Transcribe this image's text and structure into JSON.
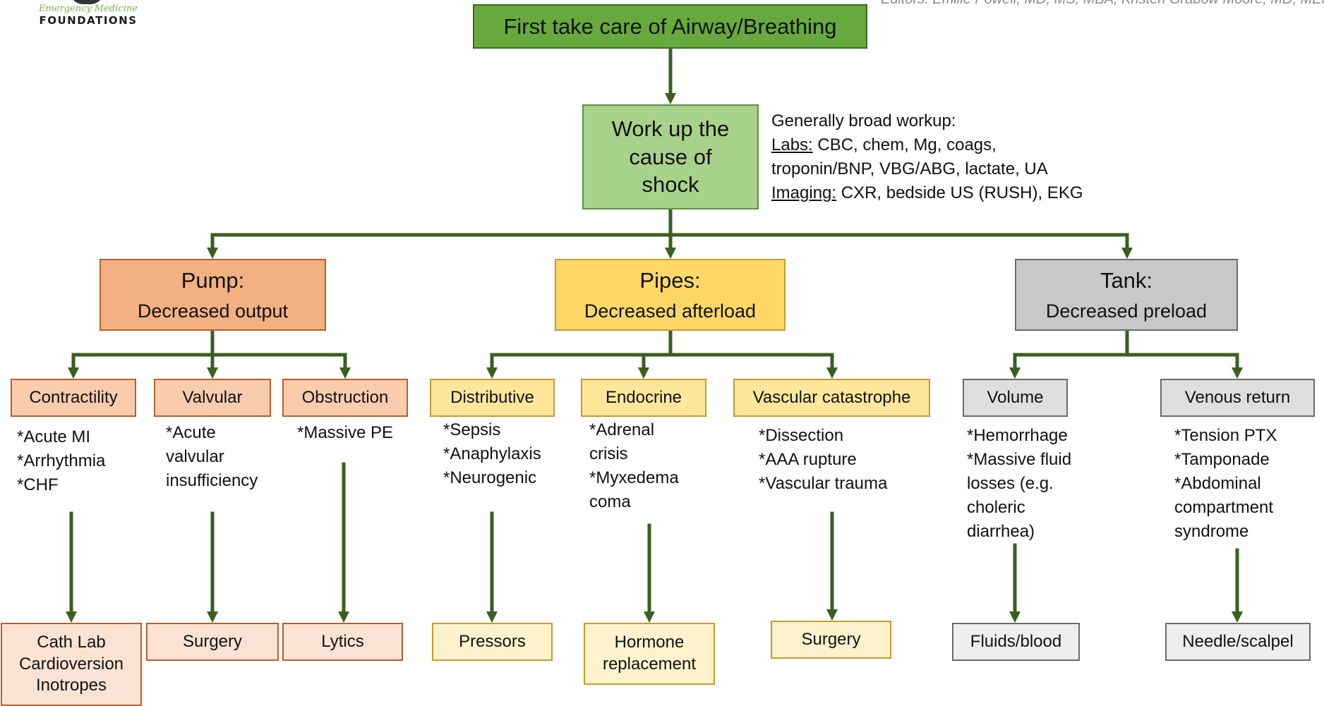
{
  "header": {
    "brand_tagline": "Emergency Medicine",
    "brand_name": "FOUNDATIONS",
    "editors": "Editors: Emilie Powell, MD, MS, MBA; Kristen Grabow Moore, MD, MEd"
  },
  "root": {
    "label": "First take care of Airway/Breathing"
  },
  "workup": {
    "label_lines": [
      "Work up the",
      "cause of",
      "shock"
    ],
    "intro": "Generally broad workup:",
    "labs_label": "Labs:",
    "labs_line1": " CBC, chem, Mg, coags,",
    "labs_line2": "troponin/BNP, VBG/ABG, lactate, UA",
    "imaging_label": "Imaging:",
    "imaging_text": " CXR, bedside US (RUSH), EKG"
  },
  "categories": {
    "pump": {
      "title": "Pump:",
      "subtitle": "Decreased output",
      "subtypes": [
        {
          "label": "Contractility",
          "causes": [
            "*Acute MI",
            "*Arrhythmia",
            "*CHF"
          ],
          "treatment": [
            "Cath Lab",
            "Cardioversion",
            "Inotropes"
          ]
        },
        {
          "label": "Valvular",
          "causes": [
            "*Acute",
            "valvular",
            "insufficiency"
          ],
          "treatment": [
            "Surgery"
          ]
        },
        {
          "label": "Obstruction",
          "causes": [
            "*Massive PE"
          ],
          "treatment": [
            "Lytics"
          ]
        }
      ]
    },
    "pipes": {
      "title": "Pipes:",
      "subtitle": "Decreased afterload",
      "subtypes": [
        {
          "label": "Distributive",
          "causes": [
            "*Sepsis",
            "*Anaphylaxis",
            "*Neurogenic"
          ],
          "treatment": [
            "Pressors"
          ]
        },
        {
          "label": "Endocrine",
          "causes": [
            "*Adrenal",
            "crisis",
            "*Myxedema",
            "coma"
          ],
          "treatment": [
            "Hormone",
            "replacement"
          ]
        },
        {
          "label": "Vascular catastrophe",
          "causes": [
            "*Dissection",
            "*AAA rupture",
            "*Vascular trauma"
          ],
          "treatment": [
            "Surgery"
          ]
        }
      ]
    },
    "tank": {
      "title": "Tank:",
      "subtitle": "Decreased preload",
      "subtypes": [
        {
          "label": "Volume",
          "causes": [
            "*Hemorrhage",
            "*Massive fluid",
            "losses (e.g.",
            "choleric",
            "diarrhea)"
          ],
          "treatment": [
            "Fluids/blood"
          ]
        },
        {
          "label": "Venous return",
          "causes": [
            "*Tension PTX",
            "*Tamponade",
            "*Abdominal",
            "compartment",
            "syndrome"
          ],
          "treatment": [
            "Needle/scalpel"
          ]
        }
      ]
    }
  },
  "colors": {
    "arrow": "#3b5e22",
    "root_fill": "#68a93e",
    "workup_fill": "#a8d28b",
    "pump": "#f3b183",
    "pipes": "#fdd866",
    "tank": "#c8c8c8"
  }
}
